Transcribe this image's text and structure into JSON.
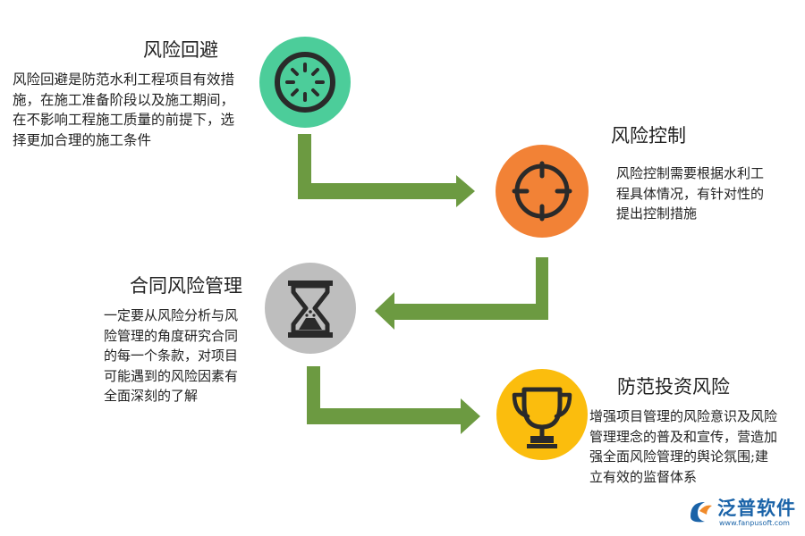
{
  "steps": [
    {
      "title": "风险回避",
      "desc": "风险回避是防范水利工程项目有效措施，在施工准备阶段以及施工期间，在不影响工程施工质量的前提下，选择更加合理的施工条件",
      "color": "#4ccd9a",
      "icon": "loading-spinner-icon"
    },
    {
      "title": "风险控制",
      "desc": "风险控制需要根据水利工程具体情况，有针对性的提出控制措施",
      "color": "#f28236",
      "icon": "crosshair-target-icon"
    },
    {
      "title": "合同风险管理",
      "desc": "一定要从风险分析与风险管理的角度研究合同的每一个条款，对项目可能遇到的风险因素有全面深刻的了解",
      "color": "#bebebe",
      "icon": "hourglass-icon"
    },
    {
      "title": "防范投资风险",
      "desc": "增强项目管理的风险意识及风险管理理念的普及和宣传，营造加强全面风险管理的舆论氛围;建立有效的监督体系",
      "color": "#fbbd0d",
      "icon": "trophy-icon"
    }
  ],
  "arrow_color": "#6c9a41",
  "logo": {
    "name": "泛普软件",
    "url": "www.fanpusoft.com",
    "icon": "fanpu-logo-icon",
    "color": "#1a63a8"
  }
}
